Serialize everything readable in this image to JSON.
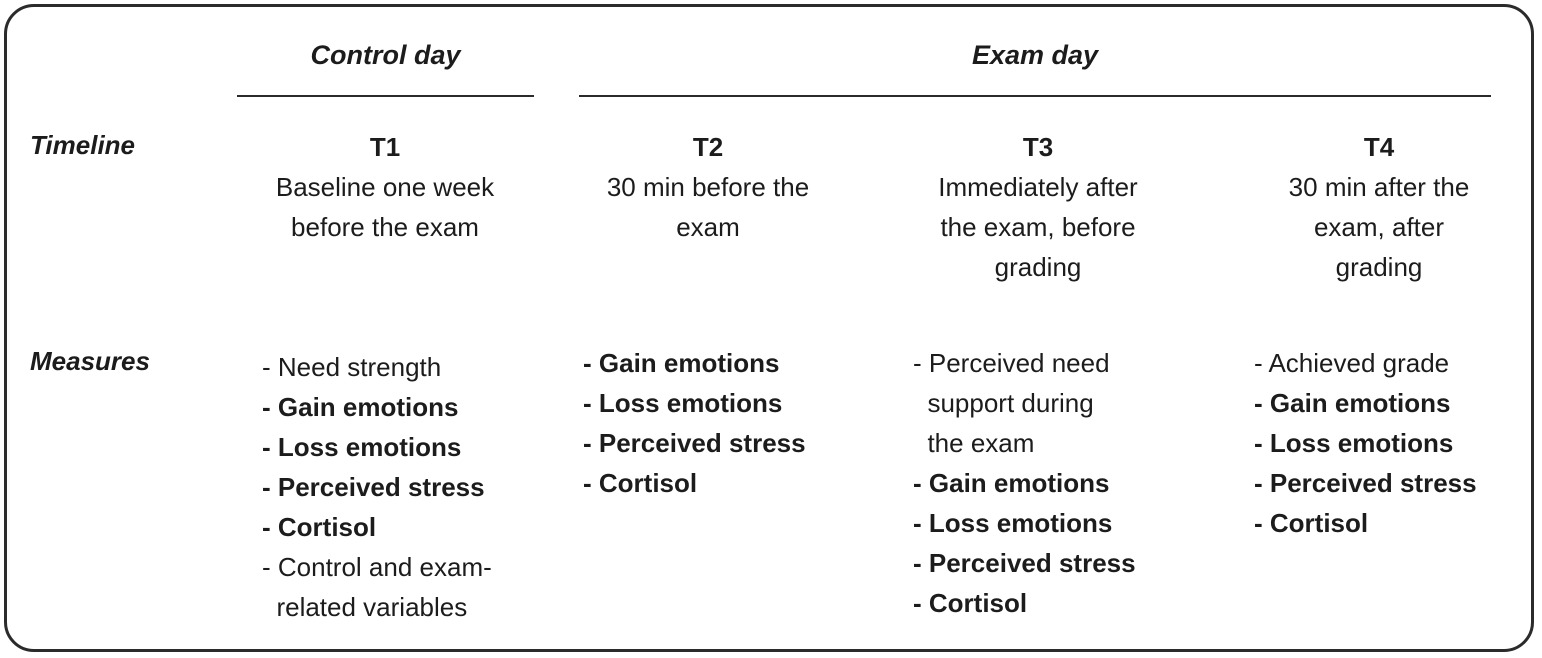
{
  "headers": {
    "control": "Control day",
    "exam": "Exam day"
  },
  "rows": {
    "timeline": "Timeline",
    "measures": "Measures"
  },
  "timepoints": [
    {
      "code": "T1",
      "desc": [
        "Baseline one week",
        "before the exam"
      ]
    },
    {
      "code": "T2",
      "desc": [
        "30 min before the",
        "exam"
      ]
    },
    {
      "code": "T3",
      "desc": [
        "Immediately after",
        "the exam, before",
        "grading"
      ]
    },
    {
      "code": "T4",
      "desc": [
        "30 min after the",
        "exam, after",
        "grading"
      ]
    }
  ],
  "measures": [
    [
      {
        "text": "- Need strength",
        "bold": false
      },
      {
        "text": "- Gain emotions",
        "bold": true
      },
      {
        "text": "- Loss emotions",
        "bold": true
      },
      {
        "text": "- Perceived stress",
        "bold": true
      },
      {
        "text": "- Cortisol",
        "bold": true
      },
      {
        "text": "- Control and exam-",
        "bold": false
      },
      {
        "text": "  related variables",
        "bold": false
      }
    ],
    [
      {
        "text": "- Gain emotions",
        "bold": true
      },
      {
        "text": "- Loss emotions",
        "bold": true
      },
      {
        "text": "- Perceived stress",
        "bold": true
      },
      {
        "text": "- Cortisol",
        "bold": true
      }
    ],
    [
      {
        "text": "- Perceived need",
        "bold": false
      },
      {
        "text": "  support during",
        "bold": false
      },
      {
        "text": "  the exam",
        "bold": false
      },
      {
        "text": "- Gain emotions",
        "bold": true
      },
      {
        "text": "- Loss emotions",
        "bold": true
      },
      {
        "text": "- Perceived stress",
        "bold": true
      },
      {
        "text": "- Cortisol",
        "bold": true
      }
    ],
    [
      {
        "text": "- Achieved grade",
        "bold": false
      },
      {
        "text": "- Gain emotions",
        "bold": true
      },
      {
        "text": "- Loss emotions",
        "bold": true
      },
      {
        "text": "- Perceived stress",
        "bold": true
      },
      {
        "text": "- Cortisol",
        "bold": true
      }
    ]
  ]
}
